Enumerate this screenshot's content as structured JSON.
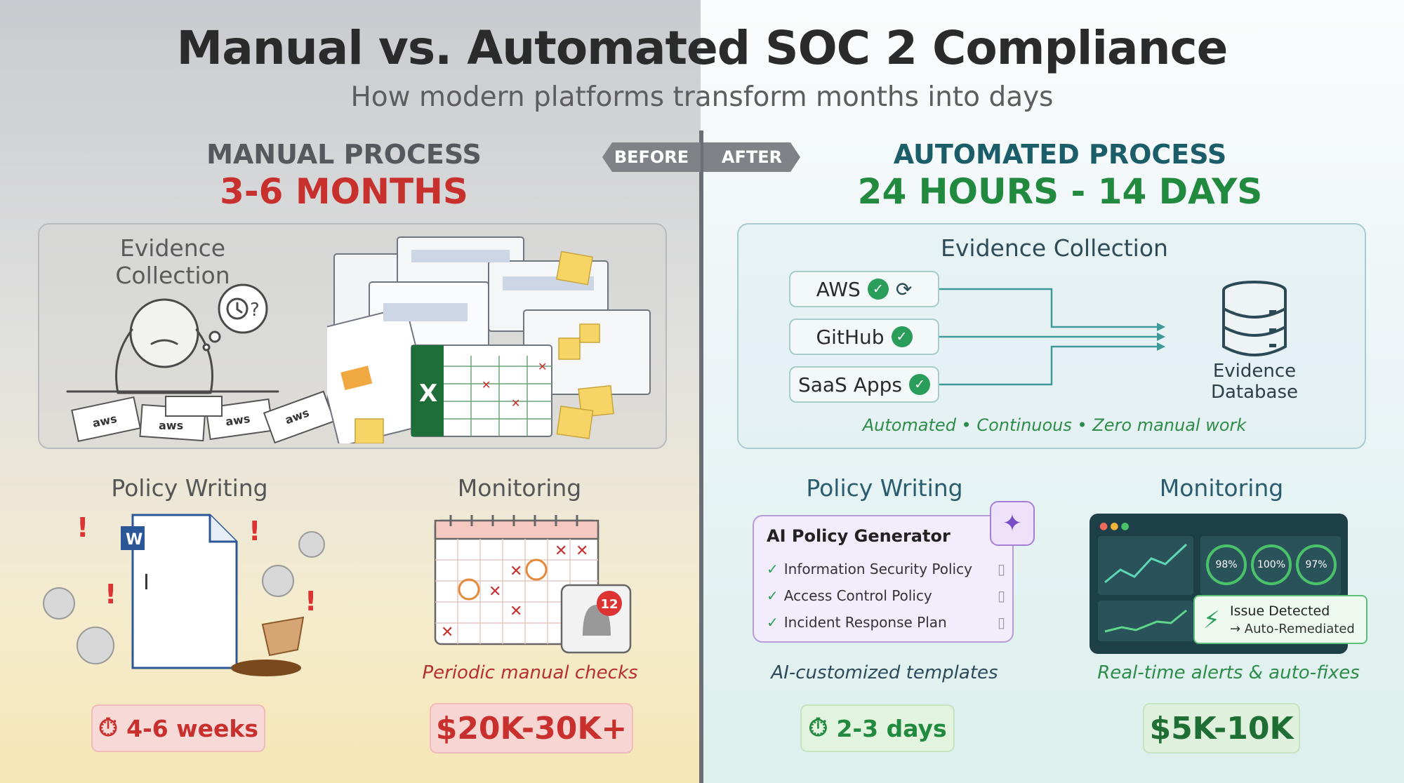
{
  "title": "Manual vs. Automated SOC 2 Compliance",
  "subtitle": "How modern platforms transform months into days",
  "divider": {
    "before": "BEFORE",
    "after": "AFTER"
  },
  "manual": {
    "heading": "MANUAL PROCESS",
    "duration": "3-6 MONTHS",
    "evidence_label": "Evidence Collection",
    "policy_label": "Policy Writing",
    "monitoring_label": "Monitoring",
    "monitoring_caption": "Periodic manual checks",
    "policy_time": "4-6 weeks",
    "cost": "$20K-30K+",
    "calendar_badge": "12",
    "papers_text": "aws"
  },
  "automated": {
    "heading": "AUTOMATED PROCESS",
    "duration": "24 HOURS - 14 DAYS",
    "evidence_label": "Evidence Collection",
    "sources": [
      "AWS",
      "GitHub",
      "SaaS Apps"
    ],
    "database_label_1": "Evidence",
    "database_label_2": "Database",
    "evidence_caption": "Automated • Continuous • Zero manual work",
    "policy_label": "Policy Writing",
    "ai_title": "AI Policy Generator",
    "ai_items": [
      "Information Security Policy",
      "Access Control Policy",
      "Incident Response Plan"
    ],
    "policy_caption": "AI-customized templates",
    "monitoring_label": "Monitoring",
    "gauges": [
      "98%",
      "100%",
      "97%"
    ],
    "alert_title": "Issue Detected",
    "alert_sub": "→ Auto-Remediated",
    "monitoring_caption": "Real-time alerts & auto-fixes",
    "policy_time": "2-3 days",
    "cost": "$5K-10K"
  },
  "colors": {
    "manual_red": "#c8302e",
    "auto_green": "#218a3f",
    "teal": "#1c5d6a"
  }
}
